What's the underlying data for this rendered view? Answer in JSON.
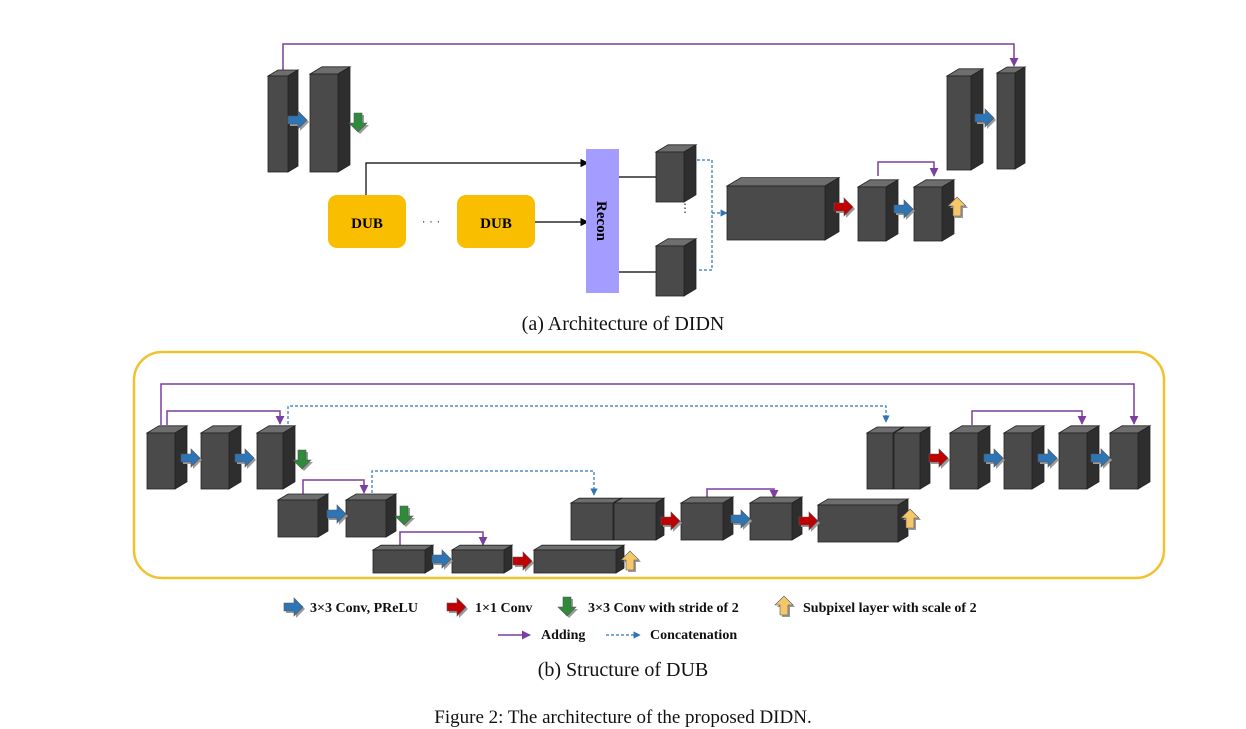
{
  "captions": {
    "part_a": "(a) Architecture of DIDN",
    "part_b": "(b) Structure of DUB",
    "figure": "Figure 2: The architecture of the proposed DIDN."
  },
  "diagram_a": {
    "dub_label": "DUB",
    "ellipsis": "· · ·",
    "recon_label": "Recon"
  },
  "legend": {
    "conv3_prelu": "3×3 Conv, PReLU",
    "conv1": "1×1 Conv",
    "conv3_stride": "3×3 Conv with stride of 2",
    "subpixel": "Subpixel layer with scale of 2",
    "adding": "Adding",
    "concatenation": "Concatenation"
  },
  "colors": {
    "block_front": "#4a4a4a",
    "block_top": "#6e6e6e",
    "block_side": "#2e2e2e",
    "dub_fill": "#f9be00",
    "recon_fill": "#a49cff",
    "adding_line": "#7b3fa0",
    "concat_line": "#2e75b6",
    "arrow_blue": "#2e75b6",
    "arrow_red": "#c00000",
    "arrow_green": "#2e8b3a",
    "arrow_yellow": "#f5c76a",
    "dub_frame": "#f2c12e"
  }
}
